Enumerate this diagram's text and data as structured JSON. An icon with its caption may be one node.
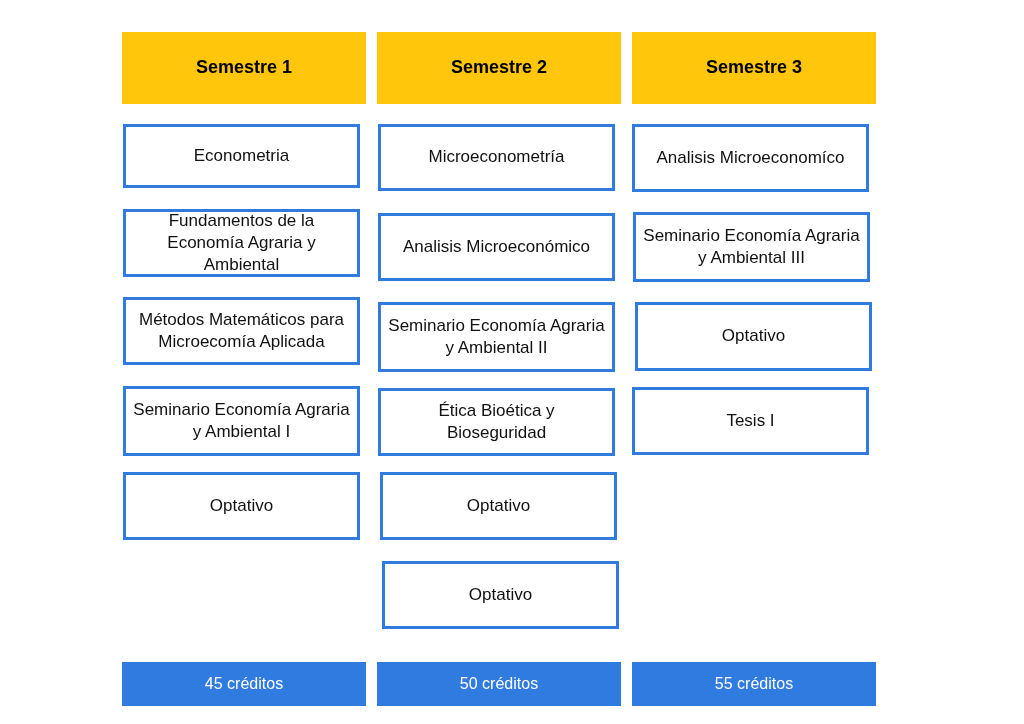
{
  "diagram": {
    "nodes": [
      {
        "text": [
          "Semestre 1"
        ]
      },
      {
        "text": [
          "Econometria"
        ]
      },
      {
        "text": [
          "Fundamentos de la Economía Agraria y Ambiental"
        ]
      },
      {
        "text": [
          "Métodos Matemáticos para Microecomía Aplicada"
        ]
      },
      {
        "text": [
          "Seminario Economía Agraria y Ambiental I"
        ]
      },
      {
        "text": [
          "Optativo"
        ]
      },
      {
        "text": [
          "45 créditos"
        ]
      },
      {
        "text": [
          "Semestre 2"
        ]
      },
      {
        "text": [
          "Microeconometría"
        ]
      },
      {
        "text": [
          "Analisis Microeconómico"
        ]
      },
      {
        "text": [
          "Seminario Economía Agraria y Ambiental II"
        ]
      },
      {
        "text": [
          "Ética Bioética y Bioseguridad"
        ]
      },
      {
        "text": [
          "Optativo"
        ]
      },
      {
        "text": [
          "Optativo"
        ]
      },
      {
        "text": [
          "50 créditos"
        ]
      },
      {
        "text": [
          "Semestre 3"
        ]
      },
      {
        "text": [
          "Analisis Microeconomíco"
        ]
      },
      {
        "text": [
          "Seminario Economía Agraria y Ambiental III"
        ]
      },
      {
        "text": [
          "Optativo"
        ]
      },
      {
        "text": [
          "Tesis I"
        ]
      },
      {
        "text": [
          "55 créditos"
        ]
      }
    ]
  }
}
